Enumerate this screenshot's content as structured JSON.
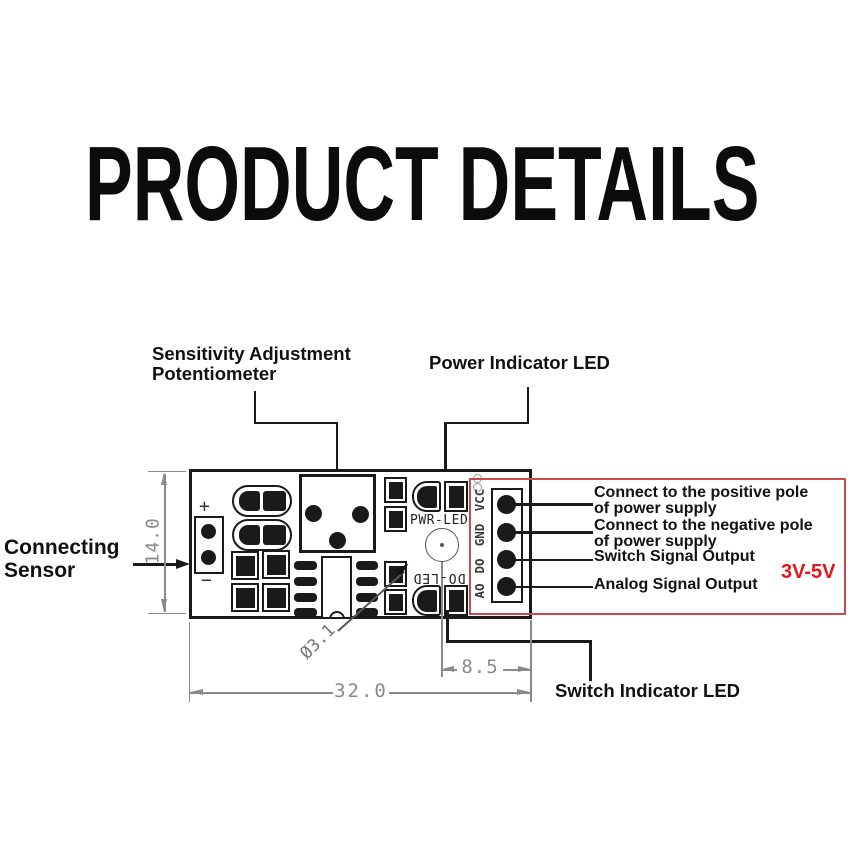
{
  "page": {
    "title": "PRODUCT DETAILS"
  },
  "callouts": {
    "sensitivity": {
      "line1": "Sensitivity Adjustment",
      "line2": "Potentiometer"
    },
    "power_led": "Power Indicator LED",
    "connecting_sensor": {
      "line1": "Connecting",
      "line2": "Sensor"
    },
    "switch_led": "Switch Indicator LED"
  },
  "pins": {
    "labels": [
      "VCC",
      "GND",
      "DO",
      "AO"
    ],
    "annotations": [
      {
        "line1": "Connect to the positive pole",
        "line2": "of power supply"
      },
      {
        "line1": "Connect to the negative pole",
        "line2": "of power supply"
      },
      {
        "line1": "Switch Signal Output",
        "line2": ""
      },
      {
        "line1": "Analog Signal Output",
        "line2": ""
      }
    ],
    "voltage": "3V-5V"
  },
  "board": {
    "pwr_led": "PWR-LED",
    "do_led": "DO-LED",
    "plus": "+",
    "minus": "−"
  },
  "dimensions": {
    "board_width": "32.0",
    "board_height": "14.0",
    "led_offset": "8.5",
    "led_diameter": "Ø3.1"
  },
  "colors": {
    "outline": "#1a1a1a",
    "dim": "#8a8a8a",
    "red_box": "#cd4a4a",
    "voltage_red": "#e5161d"
  }
}
